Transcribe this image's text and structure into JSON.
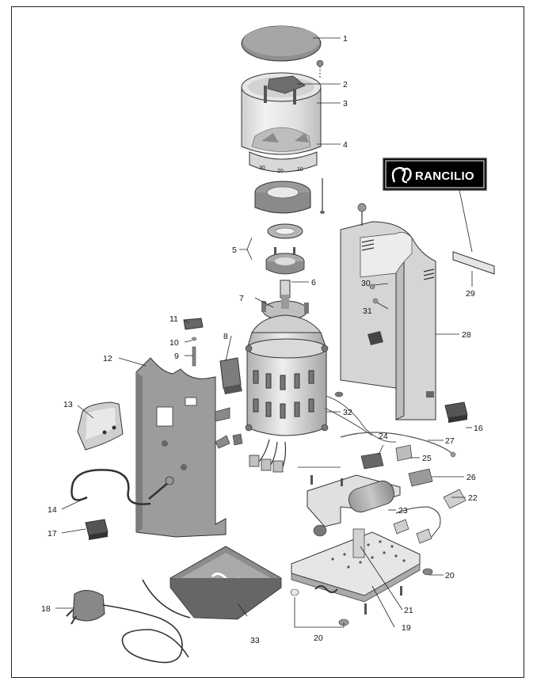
{
  "brand": {
    "name": "RANCILIO",
    "logo_icon": "rancilio-r-logo"
  },
  "labels": [
    {
      "id": "1",
      "text": "1"
    },
    {
      "id": "2",
      "text": "2"
    },
    {
      "id": "3",
      "text": "3"
    },
    {
      "id": "4",
      "text": "4"
    },
    {
      "id": "5",
      "text": "5"
    },
    {
      "id": "6",
      "text": "6"
    },
    {
      "id": "7",
      "text": "7"
    },
    {
      "id": "8",
      "text": "8"
    },
    {
      "id": "9",
      "text": "9"
    },
    {
      "id": "10",
      "text": "10"
    },
    {
      "id": "11",
      "text": "11"
    },
    {
      "id": "12",
      "text": "12"
    },
    {
      "id": "13",
      "text": "13"
    },
    {
      "id": "14",
      "text": "14"
    },
    {
      "id": "16",
      "text": "16"
    },
    {
      "id": "17",
      "text": "17"
    },
    {
      "id": "18",
      "text": "18"
    },
    {
      "id": "19",
      "text": "19"
    },
    {
      "id": "20a",
      "text": "20"
    },
    {
      "id": "20b",
      "text": "20"
    },
    {
      "id": "21",
      "text": "21"
    },
    {
      "id": "22",
      "text": "22"
    },
    {
      "id": "23",
      "text": "23"
    },
    {
      "id": "24",
      "text": "24"
    },
    {
      "id": "25",
      "text": "25"
    },
    {
      "id": "26",
      "text": "26"
    },
    {
      "id": "27",
      "text": "27"
    },
    {
      "id": "28",
      "text": "28"
    },
    {
      "id": "29",
      "text": "29"
    },
    {
      "id": "30",
      "text": "30"
    },
    {
      "id": "31",
      "text": "31"
    },
    {
      "id": "32",
      "text": "32"
    },
    {
      "id": "33",
      "text": "33"
    }
  ],
  "dial_scale": {
    "marks": [
      "30",
      "20",
      "10"
    ]
  }
}
